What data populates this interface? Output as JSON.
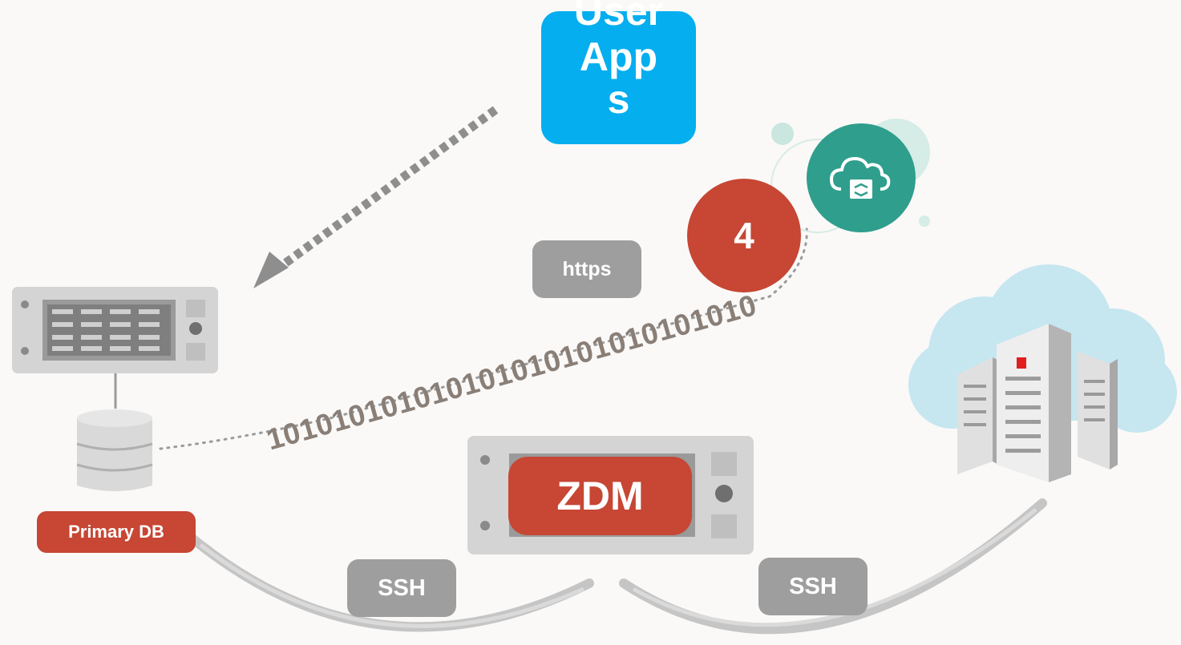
{
  "user_apps": {
    "line1": "User",
    "line2": "App",
    "line3": "s"
  },
  "https_label": "https",
  "step_number": "4",
  "binary_stream": "101010101010101010101010101010",
  "zdm_label": "ZDM",
  "primary_db_label": "Primary DB",
  "ssh_left_label": "SSH",
  "ssh_right_label": "SSH",
  "colors": {
    "red": "#c74634",
    "blue": "#04aeef",
    "teal": "#2f9e8d",
    "gray_badge": "#9e9e9e",
    "background": "#faf9f8"
  },
  "icons": {
    "source_server": "server-rack-icon",
    "database": "database-cylinder-icon",
    "zdm_server": "server-rack-icon",
    "cloud_datacenter": "cloud-datacenter-icon",
    "object_storage": "cloud-storage-icon"
  }
}
